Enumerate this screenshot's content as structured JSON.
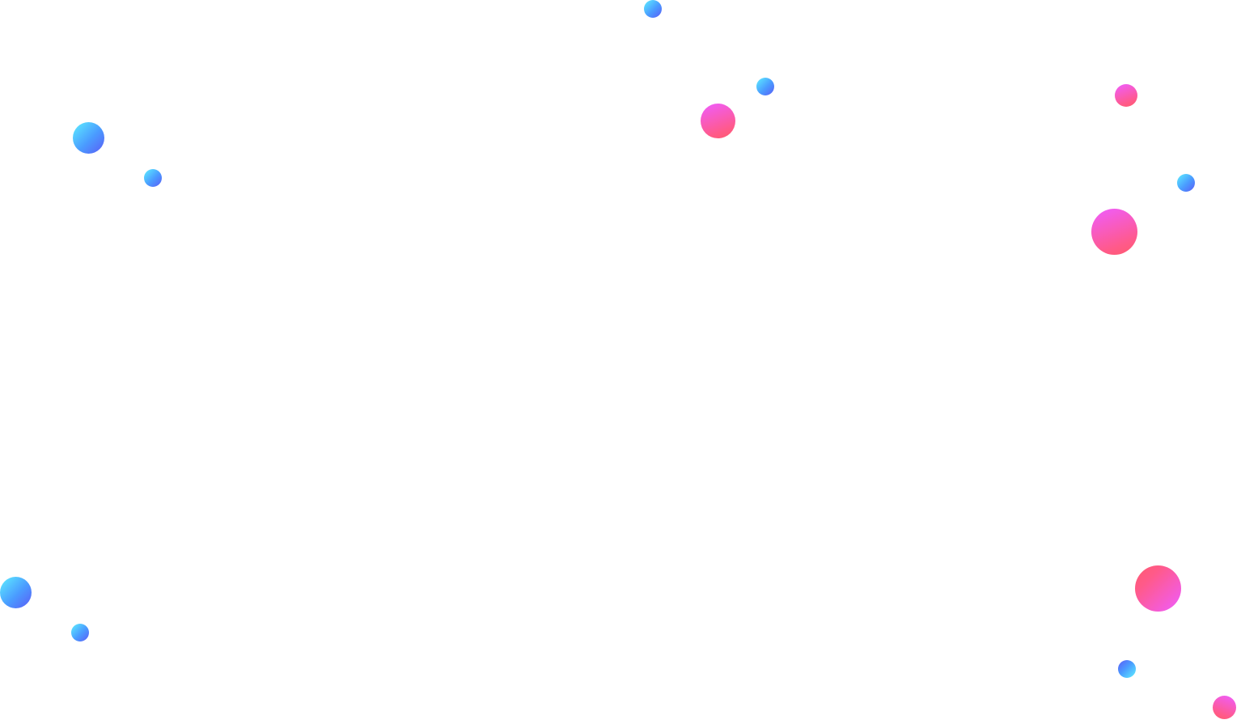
{
  "colors": {
    "background": "#ffffff",
    "blue_light": "#5ef0ff",
    "blue_mid": "#4a9bff",
    "blue_dark": "#5b5cf6",
    "pink_light": "#ef5cff",
    "pink_mid": "#ff5a8a",
    "pink_dark": "#ff5a6e"
  },
  "decorations": [
    {
      "name": "bubble",
      "color": "blue"
    },
    {
      "name": "bubble",
      "color": "blue"
    },
    {
      "name": "bubble",
      "color": "pink"
    },
    {
      "name": "bubble",
      "color": "blue"
    },
    {
      "name": "bubble",
      "color": "blue"
    },
    {
      "name": "bubble",
      "color": "pink"
    },
    {
      "name": "bubble",
      "color": "blue"
    },
    {
      "name": "bubble",
      "color": "pink"
    },
    {
      "name": "bubble",
      "color": "blue"
    },
    {
      "name": "bubble",
      "color": "blue"
    },
    {
      "name": "bubble",
      "color": "pink"
    },
    {
      "name": "bubble",
      "color": "blue"
    },
    {
      "name": "bubble",
      "color": "pink"
    }
  ]
}
